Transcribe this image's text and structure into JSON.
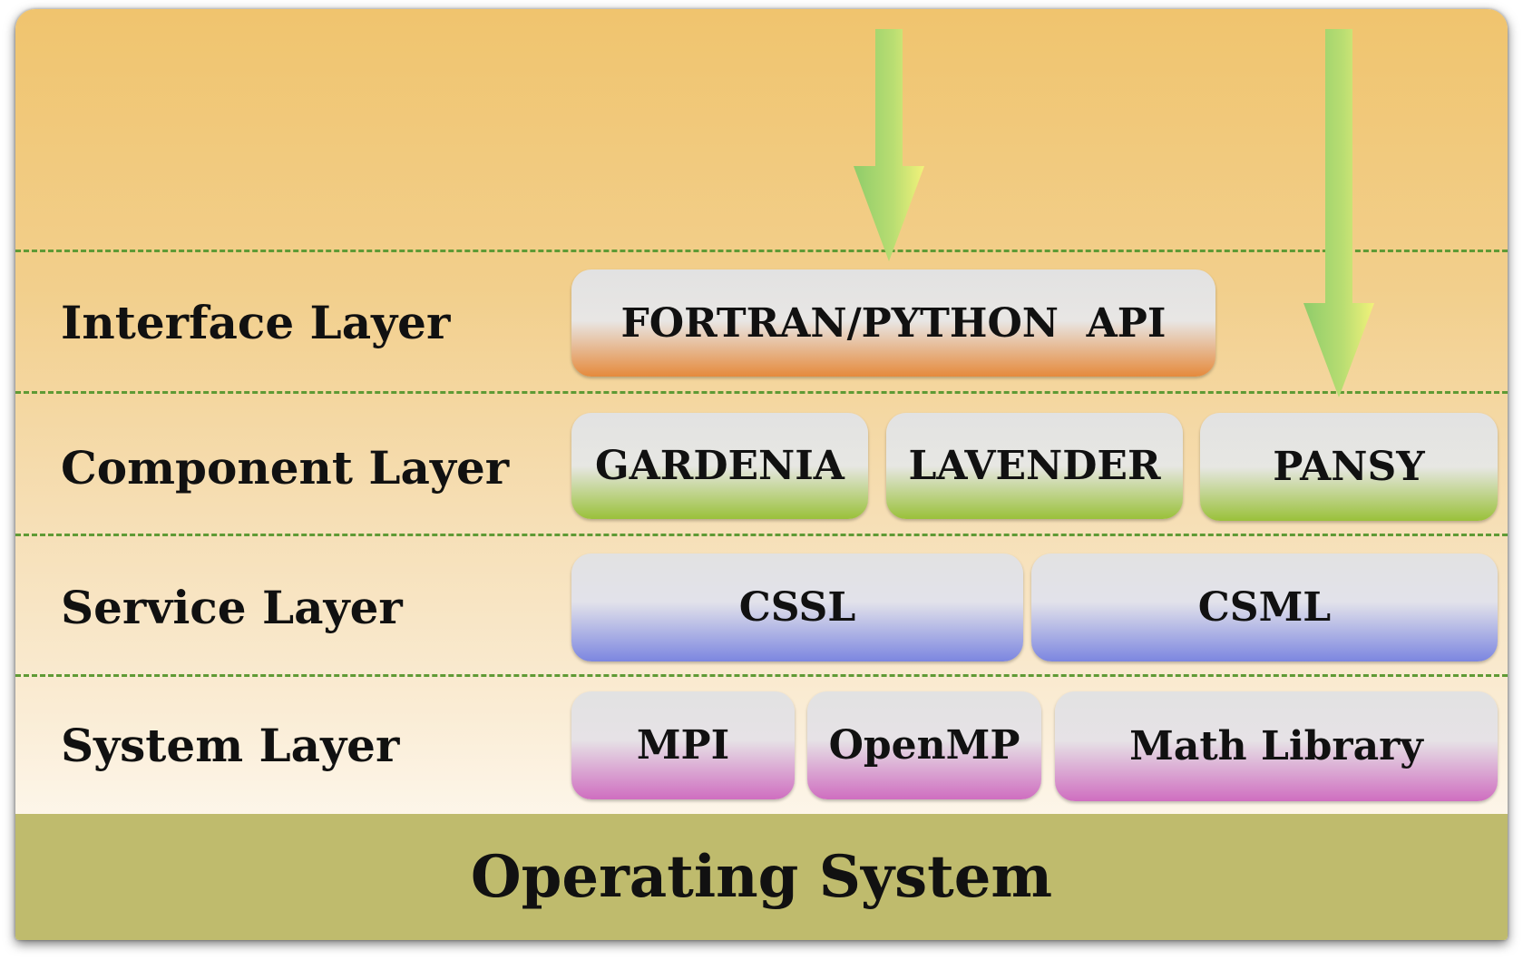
{
  "layers": {
    "interface": {
      "label": "Interface Layer",
      "boxes": [
        "FORTRAN/PYTHON  API"
      ]
    },
    "component": {
      "label": "Component Layer",
      "boxes": [
        "GARDENIA",
        "LAVENDER",
        "PANSY"
      ]
    },
    "service": {
      "label": "Service Layer",
      "boxes": [
        "CSSL",
        "CSML"
      ]
    },
    "system": {
      "label": "System Layer",
      "boxes": [
        "MPI",
        "OpenMP",
        "Math Library"
      ]
    }
  },
  "os": {
    "label": "Operating System"
  },
  "colors": {
    "background_top": "#f0c46e",
    "background_bottom": "#fdf6ea",
    "dashed_line": "#5f9a35",
    "interface_accent": "#e58a3c",
    "component_accent": "#9ac13a",
    "service_accent": "#7c86e0",
    "system_accent": "#cf6ec0",
    "os_bar": "#bfbb6d",
    "arrow_green": "#8fcc6a",
    "arrow_yellow": "#f2f27a"
  }
}
